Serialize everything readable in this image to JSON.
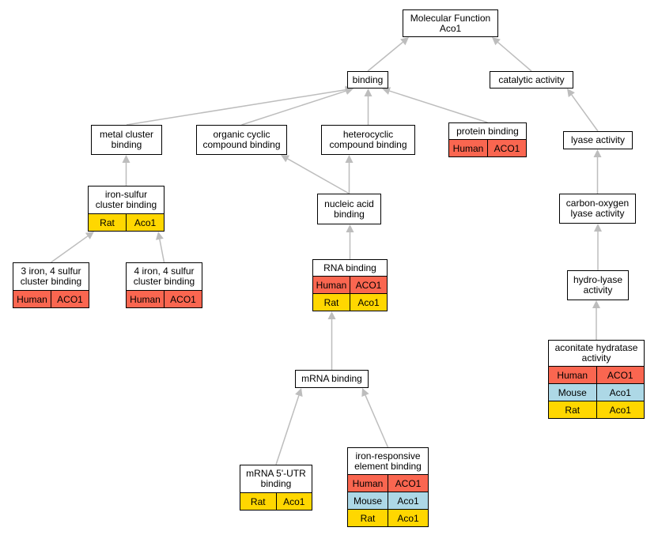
{
  "colors": {
    "Human": "#fa6650",
    "Mouse": "#add8e6",
    "Rat": "#ffd700",
    "edge": "#bdbdbd"
  },
  "nodes": {
    "mf": {
      "label": "Molecular Function\nAco1",
      "annotations": []
    },
    "bind": {
      "label": "binding",
      "annotations": []
    },
    "cat": {
      "label": "catalytic activity",
      "annotations": []
    },
    "mcb": {
      "label": "metal cluster\nbinding",
      "annotations": []
    },
    "occb": {
      "label": "organic cyclic\ncompound binding",
      "annotations": []
    },
    "hcb": {
      "label": "heterocyclic\ncompound binding",
      "annotations": []
    },
    "pb": {
      "label": "protein binding",
      "annotations": [
        {
          "species": "Human",
          "gene": "ACO1"
        }
      ]
    },
    "lyase": {
      "label": "lyase activity",
      "annotations": []
    },
    "iscb": {
      "label": "iron-sulfur\ncluster binding",
      "annotations": [
        {
          "species": "Rat",
          "gene": "Aco1"
        }
      ]
    },
    "nab": {
      "label": "nucleic acid\nbinding",
      "annotations": []
    },
    "col": {
      "label": "carbon-oxygen\nlyase activity",
      "annotations": []
    },
    "s34": {
      "label": "3 iron, 4 sulfur\ncluster binding",
      "annotations": [
        {
          "species": "Human",
          "gene": "ACO1"
        }
      ]
    },
    "s44": {
      "label": "4 iron, 4 sulfur\ncluster binding",
      "annotations": [
        {
          "species": "Human",
          "gene": "ACO1"
        }
      ]
    },
    "rnab": {
      "label": "RNA binding",
      "annotations": [
        {
          "species": "Human",
          "gene": "ACO1"
        },
        {
          "species": "Rat",
          "gene": "Aco1"
        }
      ]
    },
    "hl": {
      "label": "hydro-lyase\nactivity",
      "annotations": []
    },
    "aha": {
      "label": "aconitate hydratase\nactivity",
      "annotations": [
        {
          "species": "Human",
          "gene": "ACO1"
        },
        {
          "species": "Mouse",
          "gene": "Aco1"
        },
        {
          "species": "Rat",
          "gene": "Aco1"
        }
      ]
    },
    "mrna": {
      "label": "mRNA binding",
      "annotations": []
    },
    "utr": {
      "label": "mRNA 5'-UTR\nbinding",
      "annotations": [
        {
          "species": "Rat",
          "gene": "Aco1"
        }
      ]
    },
    "ireb": {
      "label": "iron-responsive\nelement binding",
      "annotations": [
        {
          "species": "Human",
          "gene": "ACO1"
        },
        {
          "species": "Mouse",
          "gene": "Aco1"
        },
        {
          "species": "Rat",
          "gene": "Aco1"
        }
      ]
    }
  },
  "edges": [
    [
      "bind",
      "mf"
    ],
    [
      "cat",
      "mf"
    ],
    [
      "mcb",
      "bind"
    ],
    [
      "occb",
      "bind"
    ],
    [
      "hcb",
      "bind"
    ],
    [
      "pb",
      "bind"
    ],
    [
      "lyase",
      "cat"
    ],
    [
      "iscb",
      "mcb"
    ],
    [
      "nab",
      "occb"
    ],
    [
      "nab",
      "hcb"
    ],
    [
      "col",
      "lyase"
    ],
    [
      "s34",
      "iscb"
    ],
    [
      "s44",
      "iscb"
    ],
    [
      "rnab",
      "nab"
    ],
    [
      "hl",
      "col"
    ],
    [
      "aha",
      "hl"
    ],
    [
      "mrna",
      "rnab"
    ],
    [
      "utr",
      "mrna"
    ],
    [
      "ireb",
      "mrna"
    ]
  ]
}
